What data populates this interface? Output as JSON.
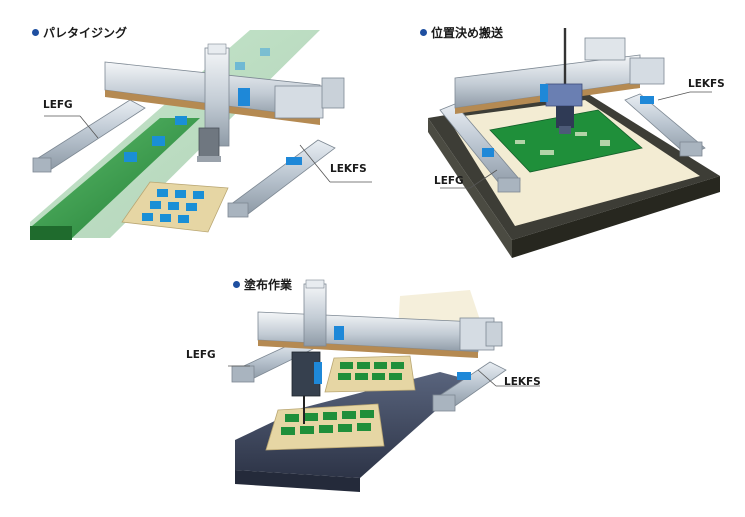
{
  "sections": [
    {
      "title": "パレタイジング",
      "labels": [
        "LEFG",
        "LEKFS"
      ]
    },
    {
      "title": "位置決め搬送",
      "labels": [
        "LEKFS",
        "LEFG"
      ]
    },
    {
      "title": "塗布作業",
      "labels": [
        "LEFG",
        "LEKFS"
      ]
    }
  ],
  "colors": {
    "bullet": "#1e4fa0",
    "actuator_body": "#b9c4cf",
    "actuator_accent": "#1e88d8",
    "conveyor_green": "#2e8b3d",
    "pcb_green": "#1f8f3a",
    "pallet": "#e6d6a4",
    "workpiece_blue": "#1a8fd6",
    "belt_dark": "#3f4a63",
    "base_dark": "#3d3d36",
    "base_floor": "#f3ecd3"
  }
}
